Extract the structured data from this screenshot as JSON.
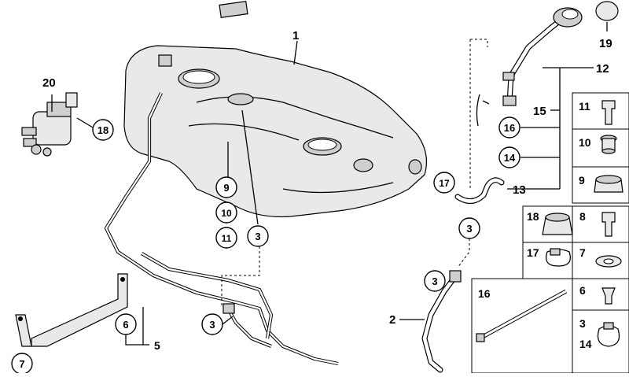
{
  "callouts": {
    "n1": "1",
    "n2": "2",
    "n3a": "3",
    "n3b": "3",
    "n3c": "3",
    "n3d": "3",
    "n5": "5",
    "n6": "6",
    "n7": "7",
    "n9": "9",
    "n10": "10",
    "n11": "11",
    "n12": "12",
    "n13": "13",
    "n14": "14",
    "n15": "15",
    "n16": "16",
    "n17": "17",
    "n18": "18",
    "n19": "19",
    "n20": "20"
  },
  "legend": {
    "row1": "11",
    "row2": "10",
    "row3": "9",
    "row4a": "18",
    "row4b": "8",
    "row5a": "17",
    "row5b": "7",
    "row6a": "16",
    "row6b": "6",
    "row6c": "3",
    "row6d": "14"
  }
}
